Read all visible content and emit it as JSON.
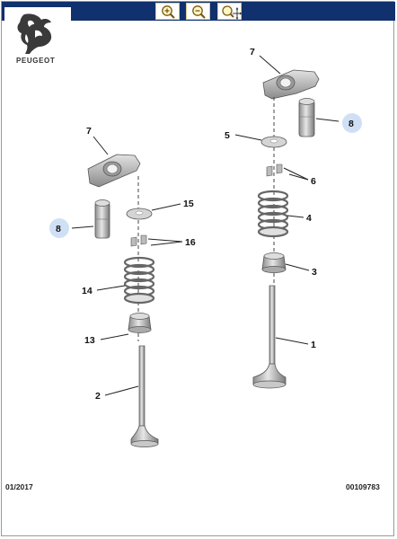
{
  "brand": {
    "name": "PEUGEOT"
  },
  "toolbar": {
    "icons": [
      "zoom-in-icon",
      "zoom-out-icon",
      "zoom-pan-icon"
    ]
  },
  "callouts": {
    "c1": "1",
    "c2": "2",
    "c3": "3",
    "c4": "4",
    "c5": "5",
    "c6": "6",
    "c7a": "7",
    "c7b": "7",
    "c8a": "8",
    "c8b": "8",
    "c13": "13",
    "c14": "14",
    "c15": "15",
    "c16": "16"
  },
  "footer": {
    "date": "01/2017",
    "reference": "00109783"
  },
  "colors": {
    "header": "#10306e",
    "highlight": "#cfe0f5",
    "part": "#c9c9c9"
  }
}
